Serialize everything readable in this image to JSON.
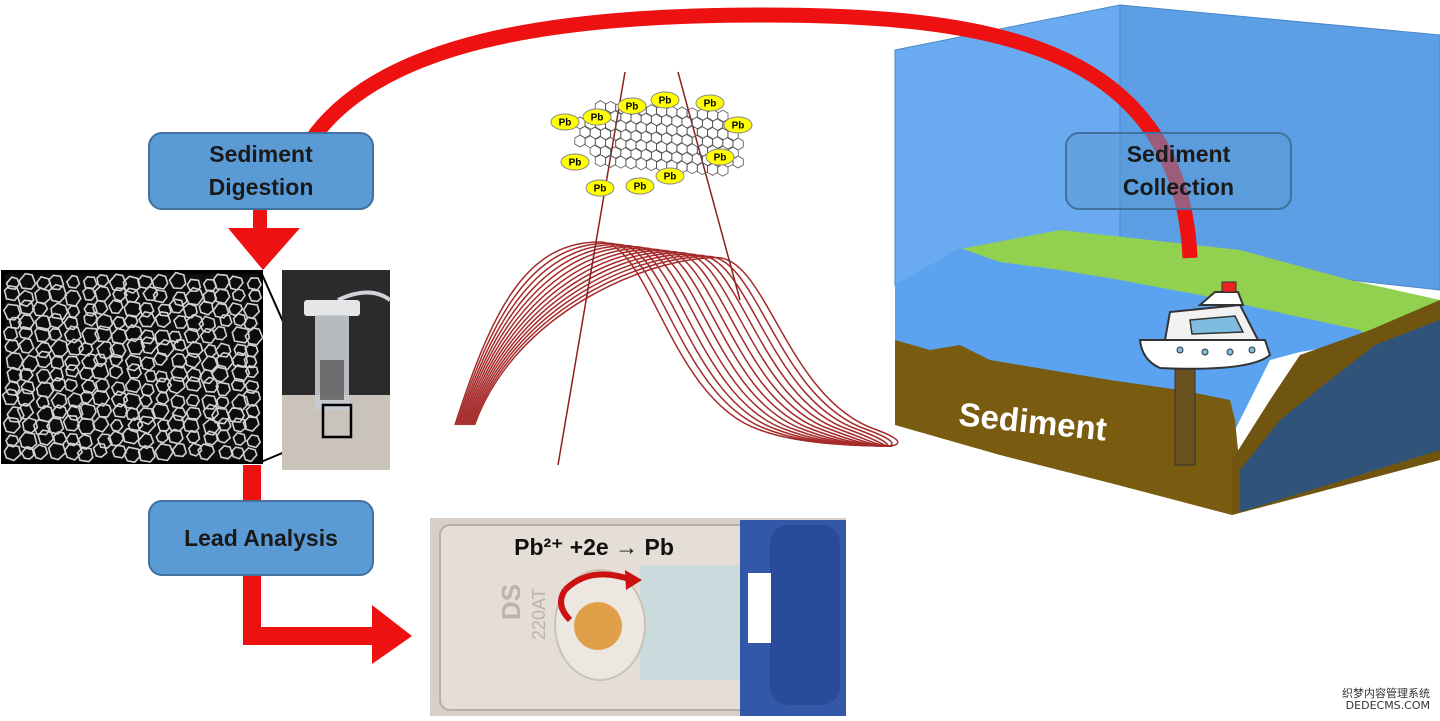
{
  "labels": {
    "sediment_digestion": "Sediment\nDigestion",
    "sediment_collection": "Sediment\nCollection",
    "lead_analysis": "Lead Analysis",
    "sediment": "Sediment",
    "reaction": "Pb²⁺ +2e → Pb",
    "pb_particle": "Pb"
  },
  "electrode_text": {
    "brand": "DS",
    "model": "220AT"
  },
  "watermark": {
    "line1": "织梦内容管理系统",
    "line2": "DEDECMS.COM"
  },
  "colors": {
    "arrow_red": "#ee1111",
    "box_blue": "#5b9bd5",
    "water_blue": "#5ba3f0",
    "grass_green": "#92d050",
    "sediment_brown": "#7a5c10",
    "curve_red": "#a52a2a",
    "pb_yellow": "#ffff00"
  },
  "voltammogram": {
    "curve_count": 14
  }
}
